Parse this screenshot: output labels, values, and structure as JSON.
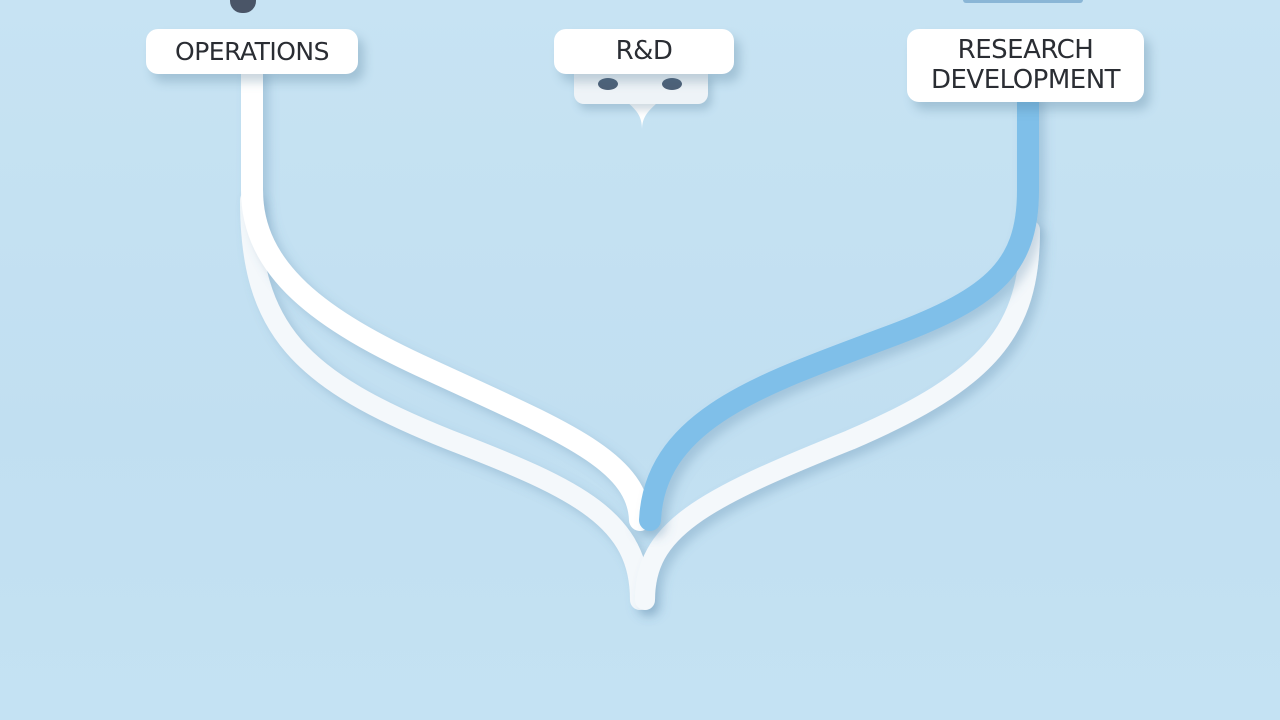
{
  "labels": {
    "operations": "OPERATIONS",
    "rnd": "R&D",
    "research_line1": "RESEARCH",
    "research_line2": "DEVELOPMENT"
  },
  "colors": {
    "background": "#c3e1f2",
    "path_white": "#ffffff",
    "path_highlight": "#7dbde8",
    "label_text": "#2a2d33",
    "plug_pins": "#4e6077"
  }
}
